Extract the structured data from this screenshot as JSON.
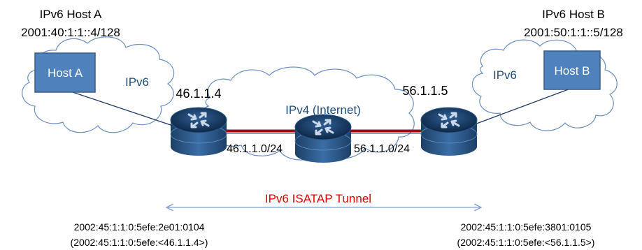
{
  "host_a": {
    "title": "IPv6 Host A",
    "address": "2001:40:1:1::4/128",
    "box_label": "Host A"
  },
  "host_b": {
    "title": "IPv6 Host B",
    "address": "2001:50:1:1::5/128",
    "box_label": "Host B"
  },
  "clouds": {
    "left_label": "IPv6",
    "right_label": "IPv6",
    "center_label": "IPv4 (Internet)"
  },
  "router_left": {
    "ip": "46.1.1.4",
    "subnet": "46.1.1.0/24",
    "isatap": "2002:45:1:1:0:5efe:2e01:0104",
    "isatap_format": "(2002:45:1:1:0:5efe:<46.1.1.4>)"
  },
  "router_right": {
    "ip": "56.1.1.5",
    "subnet": "56.1.1.0/24",
    "isatap": "2002:45:1:1:0:5efe:3801:0105",
    "isatap_format": "(2002:45:1:1:0:5efe:<56.1.1.5>)"
  },
  "tunnel": {
    "label": "IPv6 ISATAP Tunnel"
  },
  "colors": {
    "host_fill": "#4f81bd",
    "host_stroke": "#385d8a",
    "cloud_label": "#1f4e79",
    "link_red": "#c00000",
    "tunnel_line": "#7fa3d3",
    "tunnel_text": "#e00000",
    "router_top": "#0e2a4a",
    "router_side": "#2c5a8c"
  }
}
